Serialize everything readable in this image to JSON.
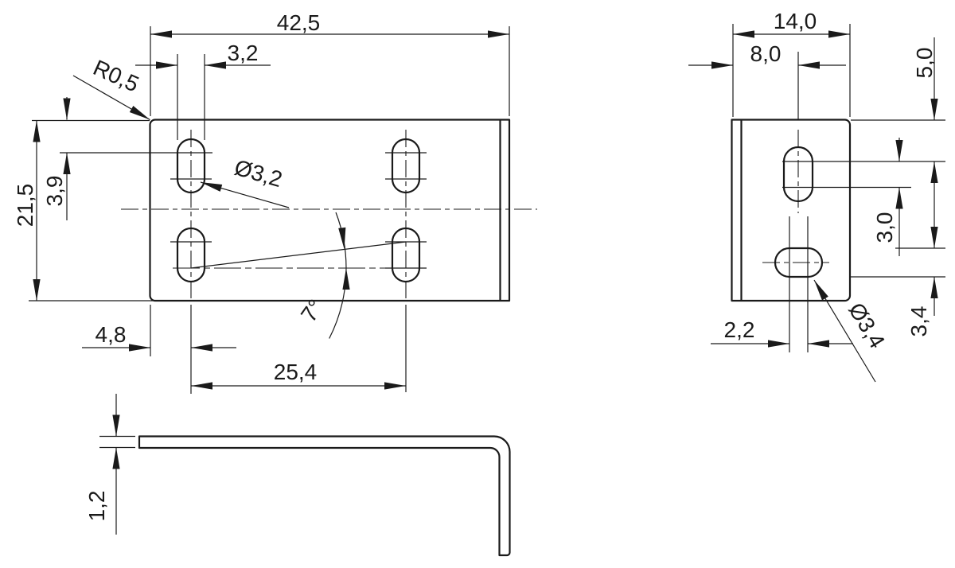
{
  "title": "Angle bracket dimension drawing",
  "colors": {
    "line": "#1a1a1a",
    "background": "#ffffff"
  },
  "front_view": {
    "overall_width": "42,5",
    "slot_width": "3,2",
    "corner_radius": "R0,5",
    "overall_height": "21,5",
    "hole_top_offset": "3,9",
    "hole_diameter": "Ø3,2",
    "slot_angle": "7°",
    "hole_edge_offset": "4,8",
    "hole_spacing": "25,4"
  },
  "side_view": {
    "overall_width": "14,0",
    "hole_center_offset": "8,0",
    "hole_top_offset": "5,0",
    "slot_center_spacing": "3,0",
    "slot_height": "3,4",
    "slot_center_distance": "2,2",
    "hole_diameter": "Ø3,4"
  },
  "profile_view": {
    "material_thickness": "1,2"
  }
}
